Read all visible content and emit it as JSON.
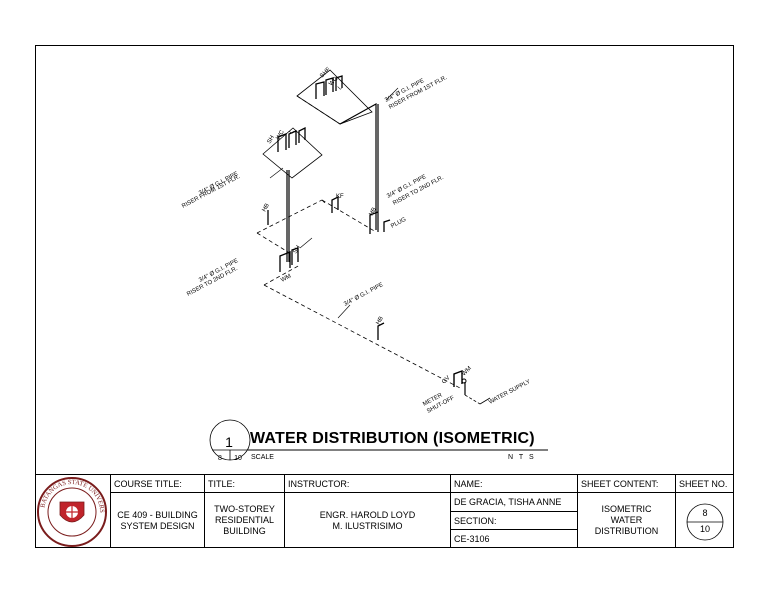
{
  "drawing": {
    "title": "WATER DISTRIBUTION (ISOMETRIC)",
    "scale_label": "SCALE",
    "nts": "N T S",
    "detail_number": "1",
    "sheet_ref_a": "8",
    "sheet_ref_b": "10",
    "labels": {
      "shf": "SHF",
      "wc_top": "WC",
      "lav_top": "L",
      "riser_top": "3/4\" Ø G.I. PIPE",
      "riser_top_2": "RISER FROM 1ST FLR.",
      "sh_mid": "SH",
      "wc_mid": "WC",
      "lav_mid": "L",
      "riser_left_a": "3/4\" Ø G.I. PIPE",
      "riser_left_b": "RISER FROM 1ST FLR.",
      "riser_right_a": "3/4\" Ø G.I. PIPE",
      "riser_right_b": "RISER TO 2ND FLR.",
      "hb_left": "HB",
      "kf": "KF",
      "hb_right": "HB",
      "plug": "PLUG",
      "riser_bot_a": "3/4\" Ø G.I. PIPE",
      "riser_bot_b": "RISER TO 2ND FLR.",
      "wm": "WM",
      "sh_bot": "SH",
      "pipe_main": "3/4\" Ø G.I. PIPE",
      "hb_low": "HB",
      "gv": "GV",
      "wm2": "WM",
      "meter": "METER",
      "shutoff": "SHUT-OFF",
      "water_supply": "WATER SUPPLY"
    }
  },
  "title_block": {
    "logo_text": "BATANGAS STATE UNIVERSITY",
    "course_title_label": "COURSE TITLE:",
    "course_title_value": "CE 409 - BUILDING SYSTEM DESIGN",
    "title_label": "TITLE:",
    "title_value": "TWO-STOREY RESIDENTIAL BUILDING",
    "instructor_label": "INSTRUCTOR:",
    "instructor_value": "ENGR. HAROLD LOYD M. ILUSTRISIMO",
    "name_label": "NAME:",
    "name_value": "DE GRACIA, TISHA ANNE",
    "section_label": "SECTION:",
    "section_value": "CE-3106",
    "sheet_content_label": "SHEET CONTENT:",
    "sheet_content_value": "ISOMETRIC WATER DISTRIBUTION",
    "sheet_no_label": "SHEET NO.",
    "sheet_no_value": "8",
    "sheet_total": "10"
  }
}
